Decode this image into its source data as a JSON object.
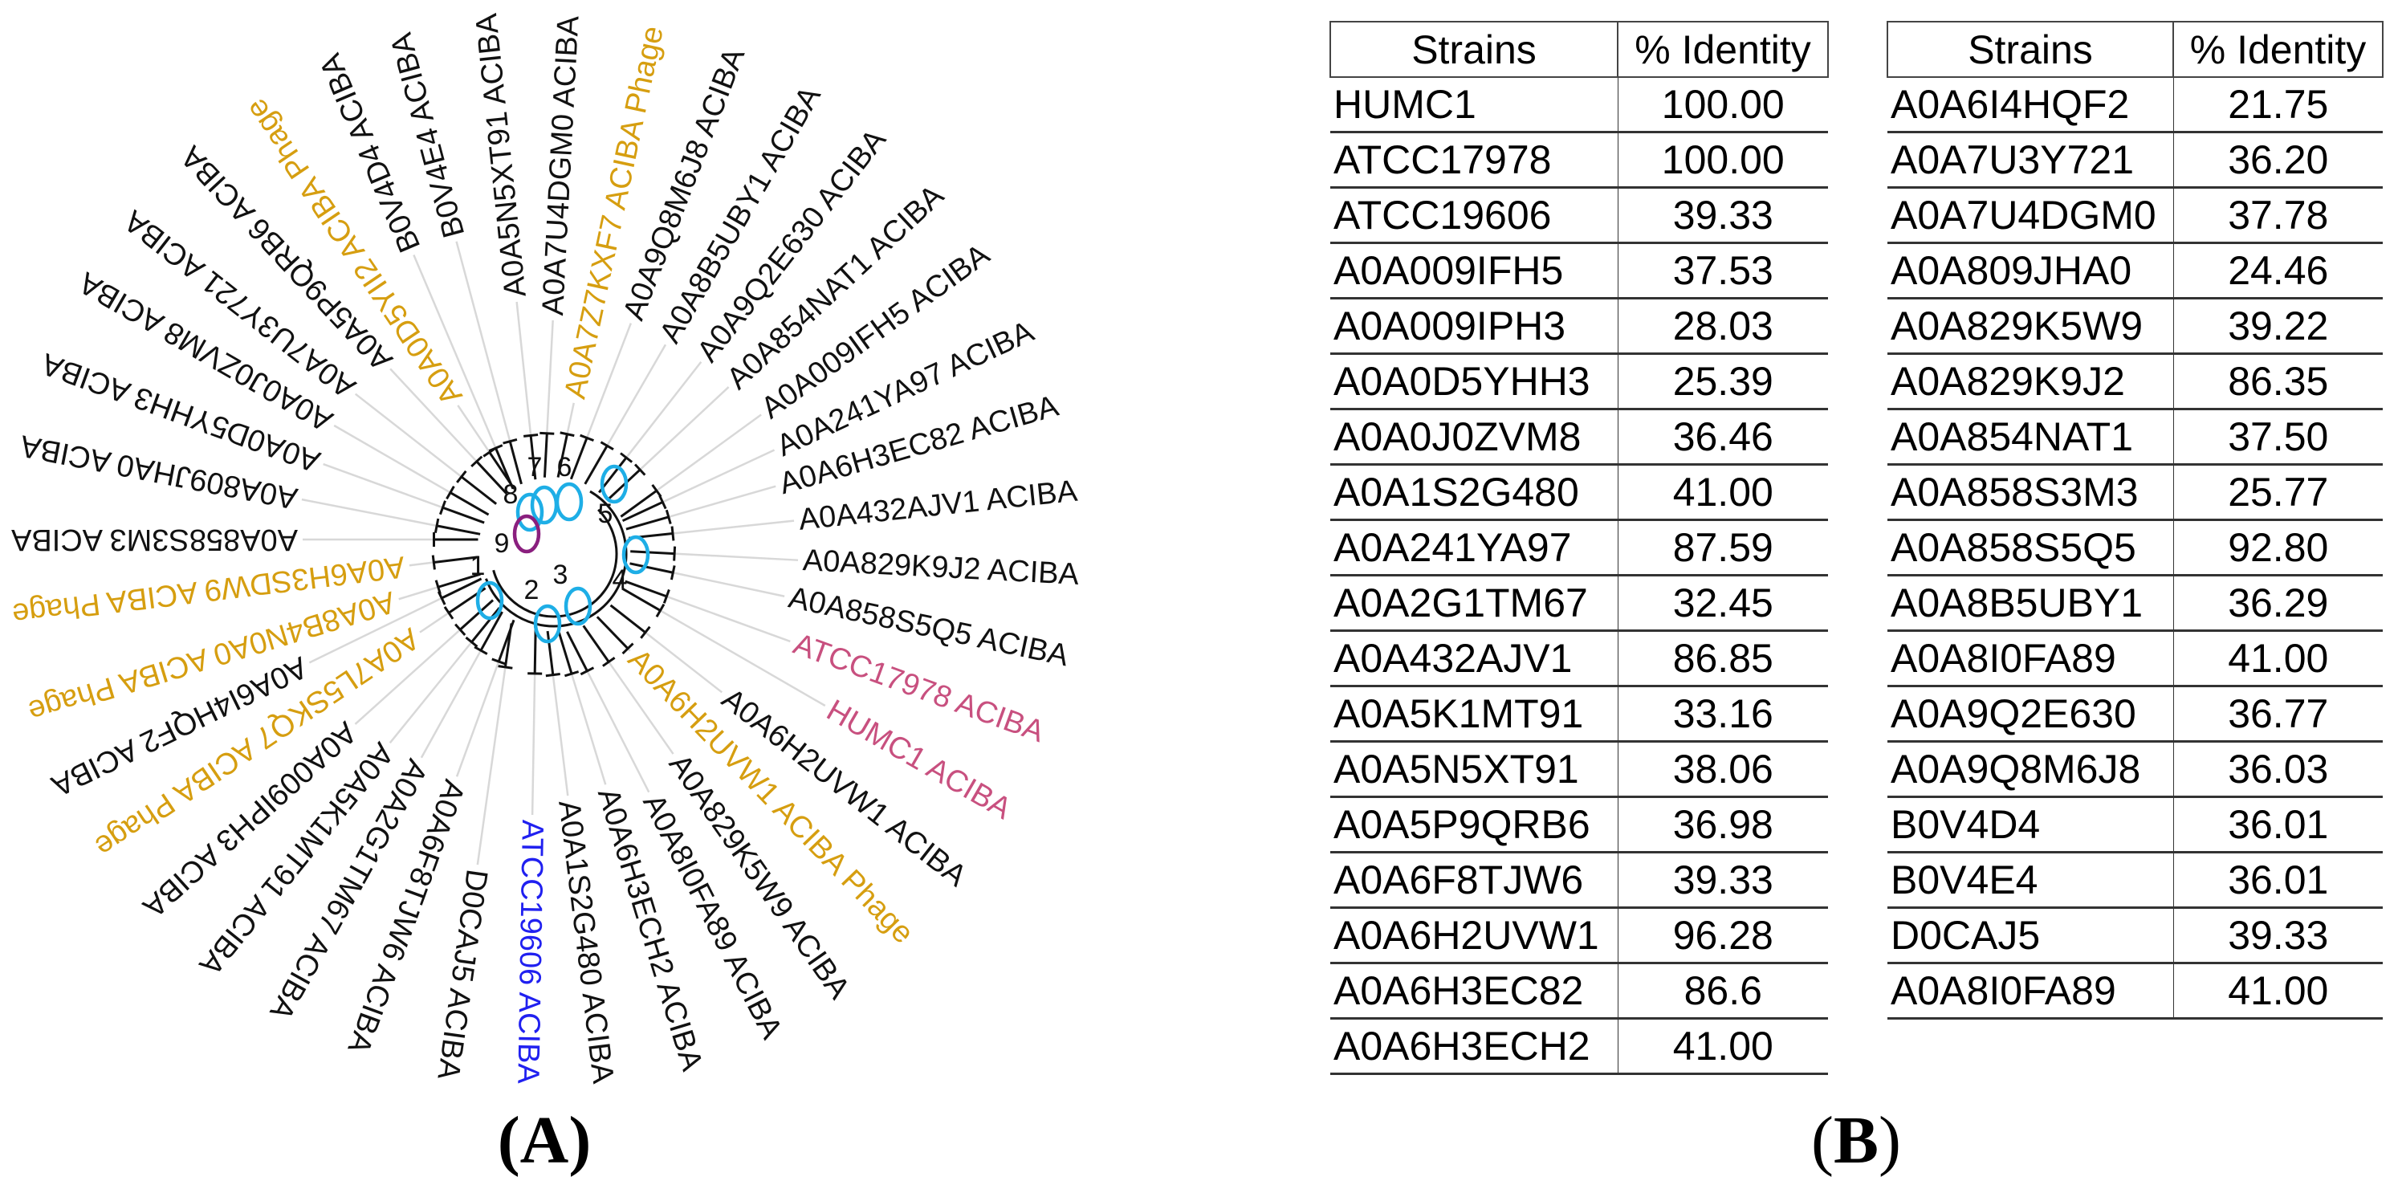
{
  "colors": {
    "strain": "#111111",
    "phage": "#D69E10",
    "highlight_pink": "#C8507F",
    "highlight_blue": "#2020F0",
    "node_circle": "#1EAEE6",
    "root_circle": "#8A1F7E",
    "leaf_line": "#D8D8D8",
    "branch": "#111111"
  },
  "panels": {
    "a": "(A)",
    "a_letter": "A",
    "b_letter": "B"
  },
  "tree": {
    "leaves": [
      {
        "label": "A0A829K9J2 ACIBA",
        "group": "strain"
      },
      {
        "label": "A0A858S5Q5 ACIBA",
        "group": "strain"
      },
      {
        "label": "ATCC17978 ACIBA",
        "group": "highlight_pink"
      },
      {
        "label": "HUMC1 ACIBA",
        "group": "highlight_pink"
      },
      {
        "label": "A0A6H2UVW1 ACIBA",
        "group": "strain"
      },
      {
        "label": "A0A6H2UVW1 ACIBA Phage",
        "group": "phage"
      },
      {
        "label": "A0A829K5W9 ACIBA",
        "group": "strain"
      },
      {
        "label": "A0A8I0FA89 ACIBA",
        "group": "strain"
      },
      {
        "label": "A0A6H3ECH2 ACIBA",
        "group": "strain"
      },
      {
        "label": "A0A1S2G480 ACIBA",
        "group": "strain"
      },
      {
        "label": "ATCC19606 ACIBA",
        "group": "highlight_blue"
      },
      {
        "label": "D0CAJ5 ACIBA",
        "group": "strain"
      },
      {
        "label": "A0A6F8TJW6 ACIBA",
        "group": "strain"
      },
      {
        "label": "A0A2G1TM67 ACIBA",
        "group": "strain"
      },
      {
        "label": "A0A5K1MT91 ACIBA",
        "group": "strain"
      },
      {
        "label": "A0A009IPH3 ACIBA",
        "group": "strain"
      },
      {
        "label": "A0A7L5SKQ7 ACIBA Phage",
        "group": "phage"
      },
      {
        "label": "A0A6I4HQF2 ACIBA",
        "group": "strain"
      },
      {
        "label": "A0A8B4N0A0 ACIBA Phage",
        "group": "phage"
      },
      {
        "label": "A0A6H3SDW9 ACIBA Phage",
        "group": "phage"
      },
      {
        "label": "A0A858S3M3 ACIBA",
        "group": "strain"
      },
      {
        "label": "A0A809JHA0 ACIBA",
        "group": "strain"
      },
      {
        "label": "A0A0D5YHH3 ACIBA",
        "group": "strain"
      },
      {
        "label": "A0A0J0ZVM8 ACIBA",
        "group": "strain"
      },
      {
        "label": "A0A7U3Y721 ACIBA",
        "group": "strain"
      },
      {
        "label": "A0A5P9QRB6 ACIBA",
        "group": "strain"
      },
      {
        "label": "A0A0D5YII2 ACIBA Phage",
        "group": "phage"
      },
      {
        "label": "B0V4D4 ACIBA",
        "group": "strain"
      },
      {
        "label": "B0V4E4 ACIBA",
        "group": "strain"
      },
      {
        "label": "A0A5N5XT91 ACIBA",
        "group": "strain"
      },
      {
        "label": "A0A7U4DGM0 ACIBA",
        "group": "strain"
      },
      {
        "label": "A0A7Z7KXF7 ACIBA Phage",
        "group": "phage"
      },
      {
        "label": "A0A9Q8M6J8 ACIBA",
        "group": "strain"
      },
      {
        "label": "A0A8B5UBY1 ACIBA",
        "group": "strain"
      },
      {
        "label": "A0A9Q2E630 ACIBA",
        "group": "strain"
      },
      {
        "label": "A0A854NAT1 ACIBA",
        "group": "strain"
      },
      {
        "label": "A0A009IFH5 ACIBA",
        "group": "strain"
      },
      {
        "label": "A0A241YA97 ACIBA",
        "group": "strain"
      },
      {
        "label": "A0A6H3EC82 ACIBA",
        "group": "strain"
      },
      {
        "label": "A0A432AJV1 ACIBA",
        "group": "strain"
      }
    ],
    "nodes": [
      {
        "number": "1",
        "marker": "node_circle"
      },
      {
        "number": "2",
        "marker": "node_circle"
      },
      {
        "number": "3",
        "marker": "node_circle"
      },
      {
        "number": "4",
        "marker": "node_circle"
      },
      {
        "number": "5",
        "marker": "node_circle"
      },
      {
        "number": "6",
        "marker": "node_circle"
      },
      {
        "number": "7",
        "marker": "node_circle"
      },
      {
        "number": "8",
        "marker": "node_circle"
      },
      {
        "number": "9",
        "marker": "root_circle"
      }
    ]
  },
  "tables": [
    {
      "headers": [
        "Strains",
        "% Identity"
      ],
      "rows": [
        [
          "HUMC1",
          "100.00"
        ],
        [
          "ATCC17978",
          "100.00"
        ],
        [
          "ATCC19606",
          "39.33"
        ],
        [
          "A0A009IFH5",
          "37.53"
        ],
        [
          "A0A009IPH3",
          "28.03"
        ],
        [
          "A0A0D5YHH3",
          "25.39"
        ],
        [
          "A0A0J0ZVM8",
          "36.46"
        ],
        [
          "A0A1S2G480",
          "41.00"
        ],
        [
          "A0A241YA97",
          "87.59"
        ],
        [
          "A0A2G1TM67",
          "32.45"
        ],
        [
          "A0A432AJV1",
          "86.85"
        ],
        [
          "A0A5K1MT91",
          "33.16"
        ],
        [
          "A0A5N5XT91",
          "38.06"
        ],
        [
          "A0A5P9QRB6",
          "36.98"
        ],
        [
          "A0A6F8TJW6",
          "39.33"
        ],
        [
          "A0A6H2UVW1",
          "96.28"
        ],
        [
          "A0A6H3EC82",
          "86.6"
        ],
        [
          "A0A6H3ECH2",
          "41.00"
        ]
      ]
    },
    {
      "headers": [
        "Strains",
        "% Identity"
      ],
      "rows": [
        [
          "A0A6I4HQF2",
          "21.75"
        ],
        [
          "A0A7U3Y721",
          "36.20"
        ],
        [
          "A0A7U4DGM0",
          "37.78"
        ],
        [
          "A0A809JHA0",
          "24.46"
        ],
        [
          "A0A829K5W9",
          "39.22"
        ],
        [
          "A0A829K9J2",
          "86.35"
        ],
        [
          "A0A854NAT1",
          "37.50"
        ],
        [
          "A0A858S3M3",
          "25.77"
        ],
        [
          "A0A858S5Q5",
          "92.80"
        ],
        [
          "A0A8B5UBY1",
          "36.29"
        ],
        [
          "A0A8I0FA89",
          "41.00"
        ],
        [
          "A0A9Q2E630",
          "36.77"
        ],
        [
          "A0A9Q8M6J8",
          "36.03"
        ],
        [
          "B0V4D4",
          "36.01"
        ],
        [
          "B0V4E4",
          "36.01"
        ],
        [
          "D0CAJ5",
          "39.33"
        ],
        [
          "A0A8I0FA89",
          "41.00"
        ]
      ]
    }
  ]
}
